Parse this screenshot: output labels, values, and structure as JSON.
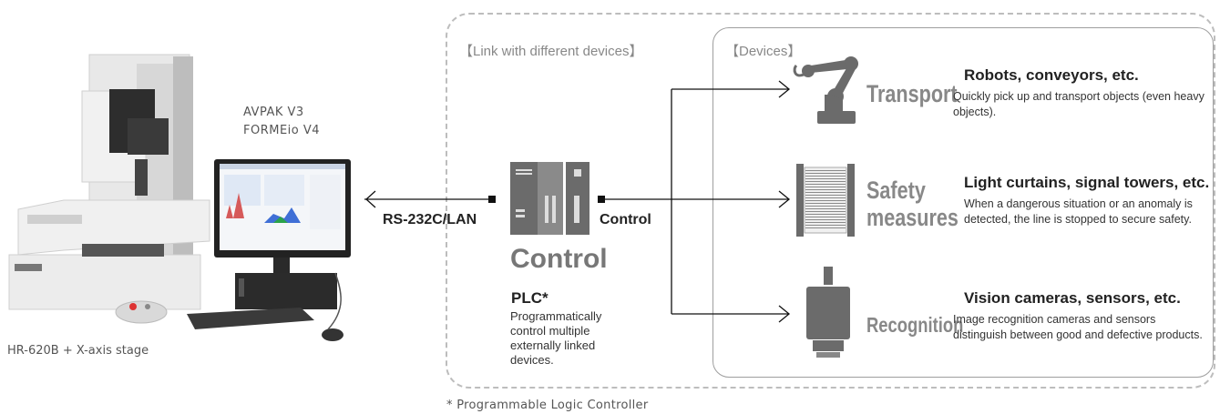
{
  "machine": {
    "software_line1": "AVPAK V3",
    "software_line2": "FORMEio V4",
    "caption": "HR-620B + X-axis stage"
  },
  "links": {
    "left_label": "RS-232C/LAN",
    "right_label": "Control"
  },
  "link_box": {
    "title": "【Link with different devices】"
  },
  "devices_box": {
    "title": "【Devices】"
  },
  "plc": {
    "big_label": "Control",
    "title": "PLC*",
    "description": "Programmatically control multiple externally linked devices."
  },
  "devices": [
    {
      "category": "Transport",
      "category_lines": [
        "Transport"
      ],
      "title": "Robots, conveyors, etc.",
      "description": "Quickly pick up and transport objects (even heavy objects).",
      "icon": "robot-arm-icon"
    },
    {
      "category": "Safety measures",
      "category_lines": [
        "Safety",
        "measures"
      ],
      "title": "Light curtains, signal towers, etc.",
      "description": "When a dangerous situation or an anomaly is detected, the line is stopped to secure safety.",
      "icon": "light-curtain-icon"
    },
    {
      "category": "Recognition",
      "category_lines": [
        "Recognition"
      ],
      "title": "Vision cameras, sensors, etc.",
      "description": "Image recognition cameras and sensors distinguish between good and defective products.",
      "icon": "vision-camera-icon"
    }
  ],
  "footnote": "* Programmable Logic Controller",
  "colors": {
    "icon_gray": "#6b6b6b",
    "dashed_border": "#bdbdbd",
    "solid_border": "#9e9e9e",
    "screen_blue": "#3f6fd6"
  }
}
